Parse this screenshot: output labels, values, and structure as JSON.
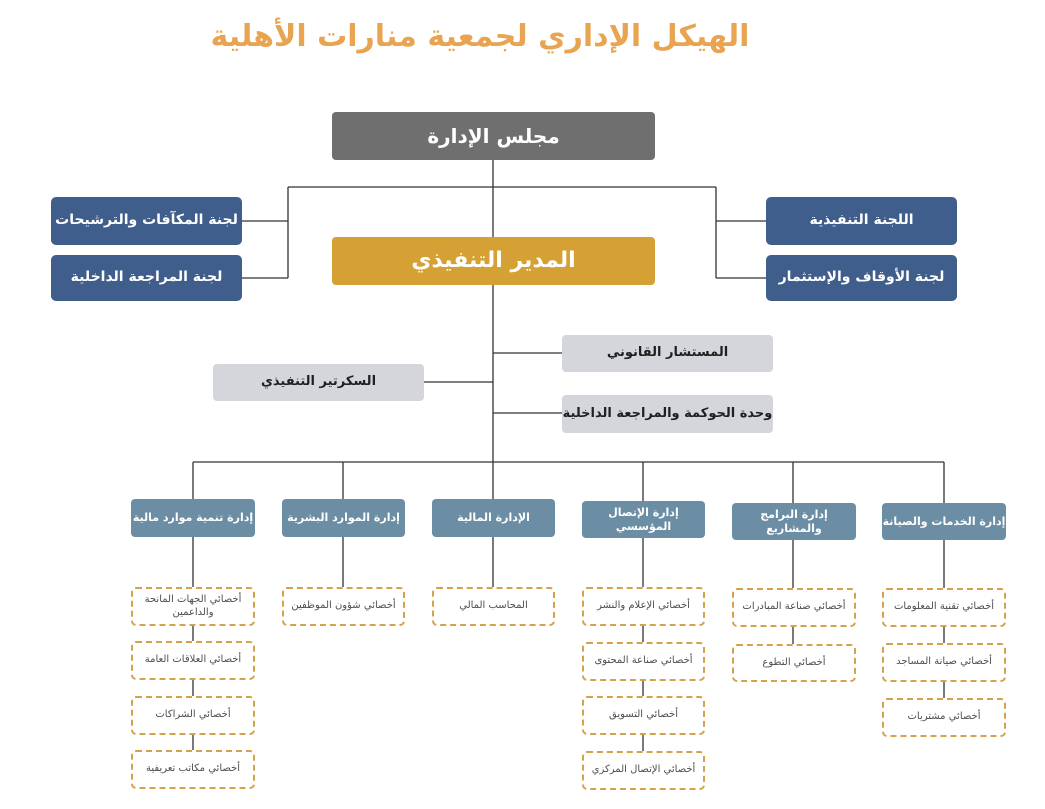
{
  "title": "الهيكل الإداري لجمعية منارات الأهلية",
  "colors": {
    "title": "#e8a451",
    "board": "#6f6f6f",
    "executive_director": "#d5a135",
    "committee": "#3f5e8b",
    "advisor": "#d4d6db",
    "department": "#6c8ea4",
    "role_border": "#d4a24c",
    "line": "#333333"
  },
  "board": "مجلس الإدارة",
  "executive_director": "المدير التنفيذي",
  "committees_right": [
    "اللجنة التنفيذية",
    "لجنة الأوقاف والإستثمار"
  ],
  "committees_left": [
    "لجنة المكآفات والترشيحات",
    "لجنة المراجعة الداخلية"
  ],
  "advisors": {
    "legal": "المستشار القانوني",
    "governance": "وحدة الحوكمة والمراجعة الداخلية",
    "secretary": "السكرتير التنفيذي"
  },
  "departments": [
    {
      "name": "إدارة الخدمات والصيانة",
      "roles": [
        "أخصائي تقنية المعلومات",
        "أخصائي صيانة المساجد",
        "أخصائي مشتريات"
      ]
    },
    {
      "name": "إدارة البرامج والمشاريع",
      "roles": [
        "أخصائي صناعة المبادرات",
        "أخصائي التطوع"
      ]
    },
    {
      "name": "إدارة الإتصال المؤسسي",
      "roles": [
        "أخصائي الإعلام والنشر",
        "أخصائي صناعة المحتوى",
        "أخصائي التسويق",
        "أخصائي الإتصال المركزي"
      ]
    },
    {
      "name": "الإدارة المالية",
      "roles": [
        "المحاسب المالي"
      ]
    },
    {
      "name": "إدارة الموارد البشرية",
      "roles": [
        "أخصائي شؤون الموظفين"
      ]
    },
    {
      "name": "إدارة تنمية موارد مالية",
      "roles": [
        "أخصائي الجهات المانحة والداعمين",
        "أخصائي العلاقات العامة",
        "أخصائي الشراكات",
        "أخصائي مكاتب تعريفية"
      ]
    }
  ]
}
